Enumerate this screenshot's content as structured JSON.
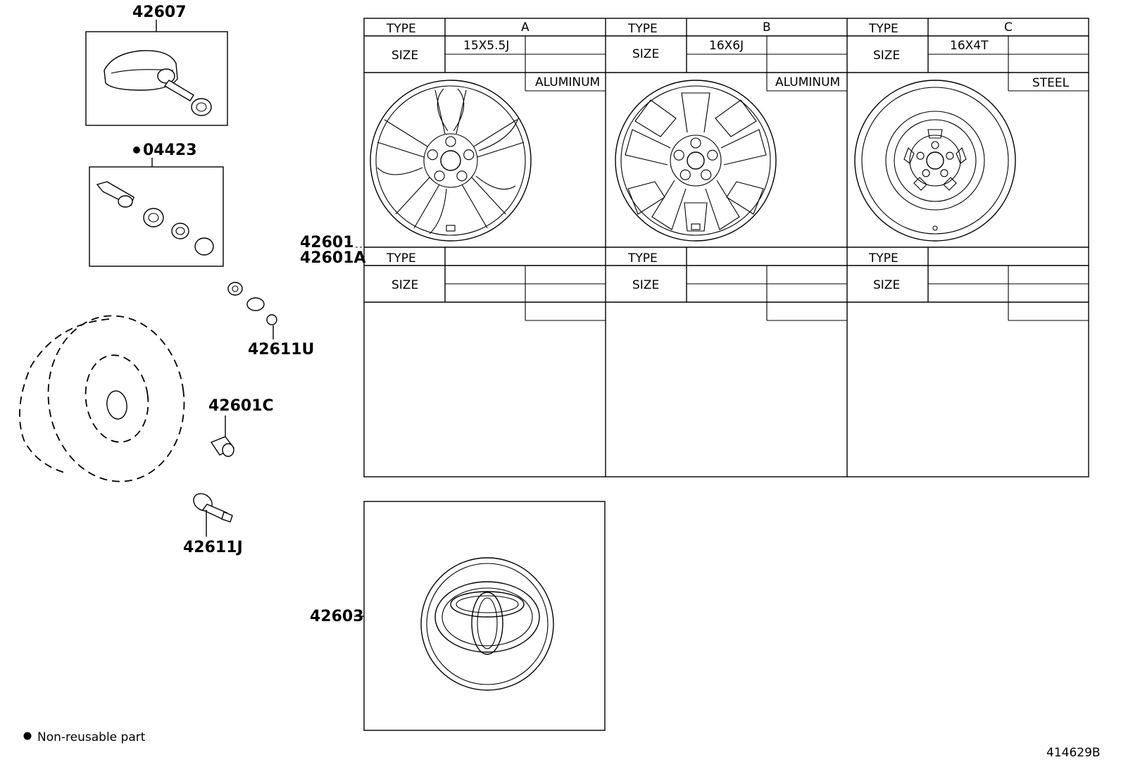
{
  "parts": {
    "p42607": "42607",
    "p04423": "04423",
    "p42611U": "42611U",
    "p42601C": "42601C",
    "p42611J": "42611J",
    "p42601": "42601",
    "p42601A": "42601A",
    "p42603": "42603"
  },
  "table": {
    "type_label": "TYPE",
    "size_label": "SIZE",
    "columns": [
      {
        "type": "A",
        "size": "15X5.5J",
        "material": "ALUMINUM"
      },
      {
        "type": "B",
        "size": "16X6J",
        "material": "ALUMINUM"
      },
      {
        "type": "C",
        "size": "16X4T",
        "material": "STEEL"
      }
    ]
  },
  "legend": {
    "text": "Non-reusable part"
  },
  "doc_id": "414629B"
}
